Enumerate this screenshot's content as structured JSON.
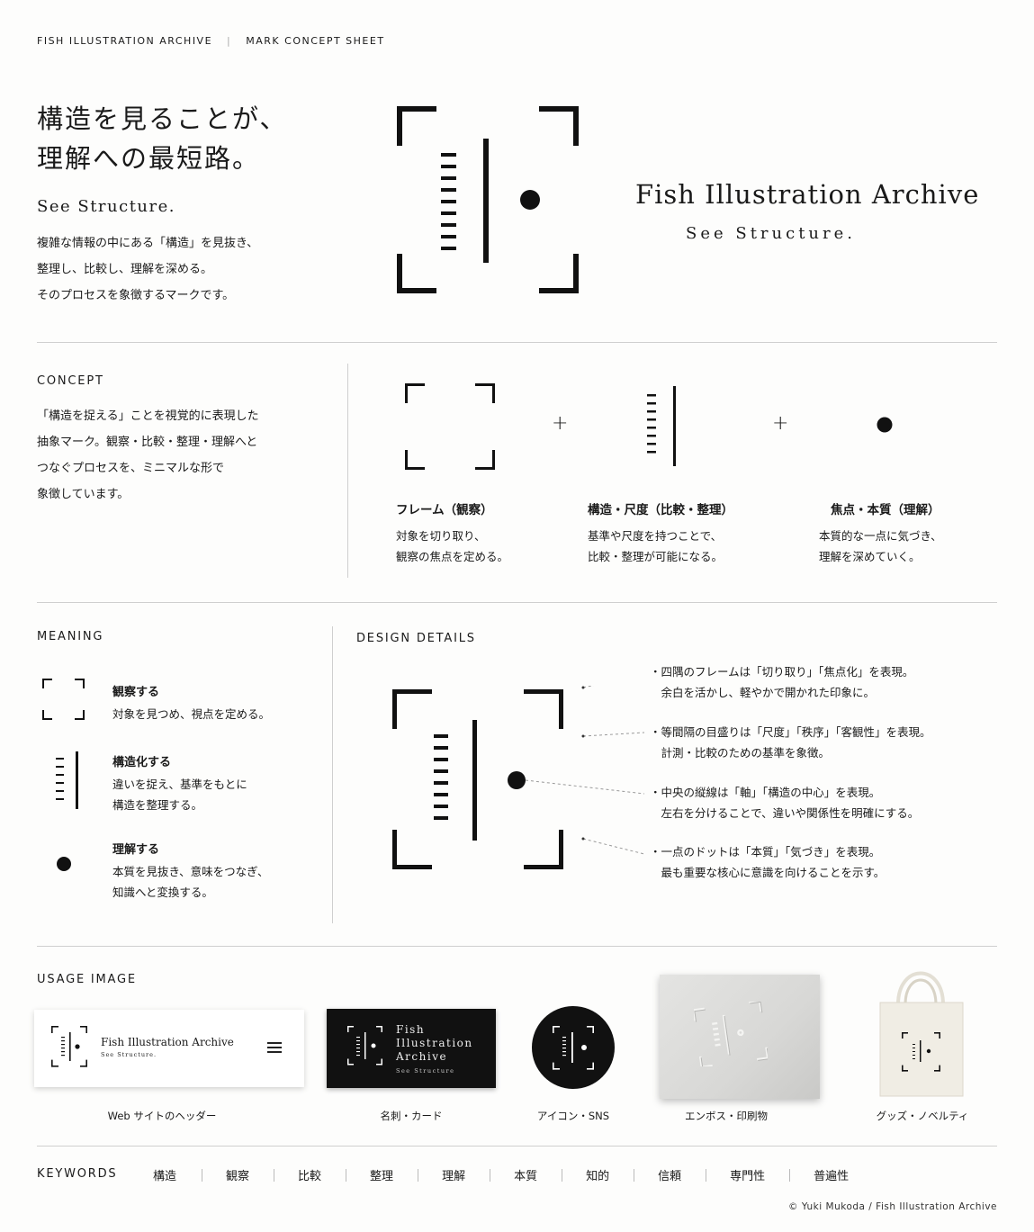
{
  "header": {
    "left": "FISH ILLUSTRATION ARCHIVE",
    "separator": "|",
    "right": "MARK CONCEPT SHEET"
  },
  "hero": {
    "headline_1": "構造を見ることが、",
    "headline_2": "理解への最短路。",
    "tagline": "See Structure.",
    "body": [
      "複雑な情報の中にある「構造」を見抜き、",
      "整理し、比較し、理解を深める。",
      "そのプロセスを象徴するマークです。"
    ],
    "logo_name": "Fish Illustration Archive",
    "logo_tagline": "See Structure."
  },
  "concept": {
    "title": "CONCEPT",
    "body": [
      "「構造を捉える」ことを視覚的に表現した",
      "抽象マーク。観察・比較・整理・理解へと",
      "つなぐプロセスを、ミニマルな形で",
      "象徴しています。"
    ],
    "plus": "+",
    "parts": [
      {
        "title": "フレーム（観察）",
        "lines": [
          "対象を切り取り、",
          "観察の焦点を定める。"
        ]
      },
      {
        "title": "構造・尺度（比較・整理）",
        "lines": [
          "基準や尺度を持つことで、",
          "比較・整理が可能になる。"
        ]
      },
      {
        "title": "焦点・本質（理解）",
        "lines": [
          "本質的な一点に気づき、",
          "理解を深めていく。"
        ]
      }
    ]
  },
  "meaning": {
    "title": "MEANING",
    "items": [
      {
        "icon": "frame-icon",
        "title": "観察する",
        "lines": [
          "対象を見つめ、視点を定める。"
        ]
      },
      {
        "icon": "scale-icon",
        "title": "構造化する",
        "lines": [
          "違いを捉え、基準をもとに",
          "構造を整理する。"
        ]
      },
      {
        "icon": "dot-icon",
        "title": "理解する",
        "lines": [
          "本質を見抜き、意味をつなぎ、",
          "知識へと変換する。"
        ]
      }
    ]
  },
  "design": {
    "title": "DESIGN DETAILS",
    "notes": [
      [
        "・四隅のフレームは「切り取り」「焦点化」を表現。",
        "　余白を活かし、軽やかで開かれた印象に。"
      ],
      [
        "・等間隔の目盛りは「尺度」「秩序」「客観性」を表現。",
        "　計測・比較のための基準を象徴。"
      ],
      [
        "・中央の縦線は「軸」「構造の中心」を表現。",
        "　左右を分けることで、違いや関係性を明確にする。"
      ],
      [
        "・一点のドットは「本質」「気づき」を表現。",
        "　最も重要な核心に意識を向けることを示す。"
      ]
    ]
  },
  "usage": {
    "title": "USAGE IMAGE",
    "web_name": "Fish Illustration Archive",
    "web_tag": "See Structure.",
    "card_name": [
      "Fish",
      "Illustration",
      "Archive"
    ],
    "card_tag": "See Structure",
    "items": [
      "Web サイトのヘッダー",
      "名刺・カード",
      "アイコン・SNS",
      "エンボス・印刷物",
      "グッズ・ノベルティ"
    ]
  },
  "keywords": {
    "title": "KEYWORDS",
    "items": [
      "構造",
      "観察",
      "比較",
      "整理",
      "理解",
      "本質",
      "知的",
      "信頼",
      "専門性",
      "普遍性"
    ]
  },
  "footer": {
    "copyright": "© Yuki Mukoda / Fish Illustration Archive"
  },
  "colors": {
    "ink": "#111111",
    "rule": "#cfcfcf",
    "card_bg": "#111111",
    "paper": "#fdfdfc",
    "tote": "#f0ede4"
  }
}
